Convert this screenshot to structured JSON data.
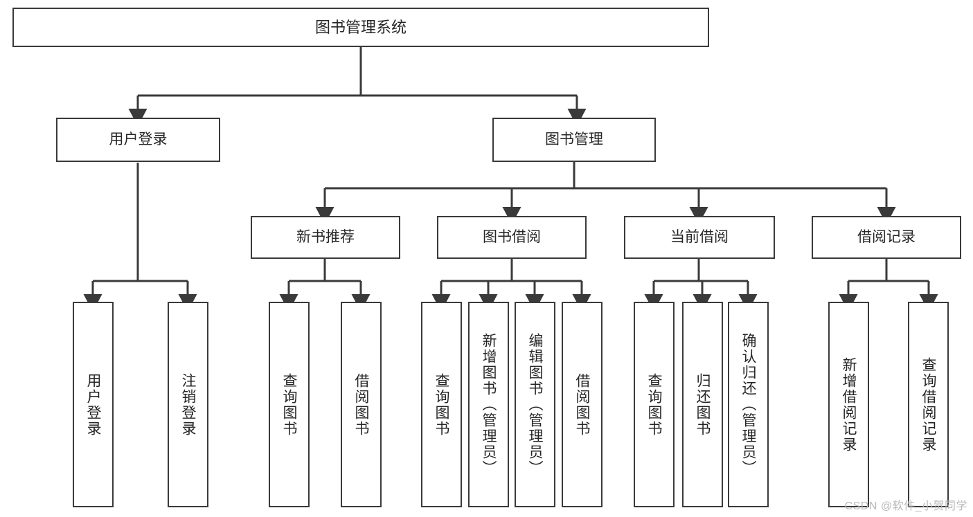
{
  "diagram": {
    "title": "图书管理系统",
    "type": "hierarchy-tree",
    "root": {
      "label": "图书管理系统"
    },
    "level1": [
      {
        "label": "用户登录"
      },
      {
        "label": "图书管理"
      }
    ],
    "level2": [
      {
        "label": "新书推荐"
      },
      {
        "label": "图书借阅"
      },
      {
        "label": "当前借阅"
      },
      {
        "label": "借阅记录"
      }
    ],
    "leaves": {
      "user_login": [
        {
          "label": "用户登录"
        },
        {
          "label": "注销登录"
        }
      ],
      "new_book_recommend": [
        {
          "label": "查询图书"
        },
        {
          "label": "借阅图书"
        }
      ],
      "book_borrow": [
        {
          "label": "查询图书"
        },
        {
          "label": "新增图书（管理员）"
        },
        {
          "label": "编辑图书（管理员）"
        },
        {
          "label": "借阅图书"
        }
      ],
      "current_borrow": [
        {
          "label": "查询图书"
        },
        {
          "label": "归还图书"
        },
        {
          "label": "确认归还（管理员）"
        }
      ],
      "borrow_records": [
        {
          "label": "新增借阅记录"
        },
        {
          "label": "查询借阅记录"
        }
      ]
    }
  },
  "watermark": {
    "text": "CSDN @软件_小贺同学"
  },
  "colors": {
    "stroke": "#3a3a3a",
    "text": "#262626",
    "background": "#ffffff",
    "watermark": "#b9b9b9"
  }
}
